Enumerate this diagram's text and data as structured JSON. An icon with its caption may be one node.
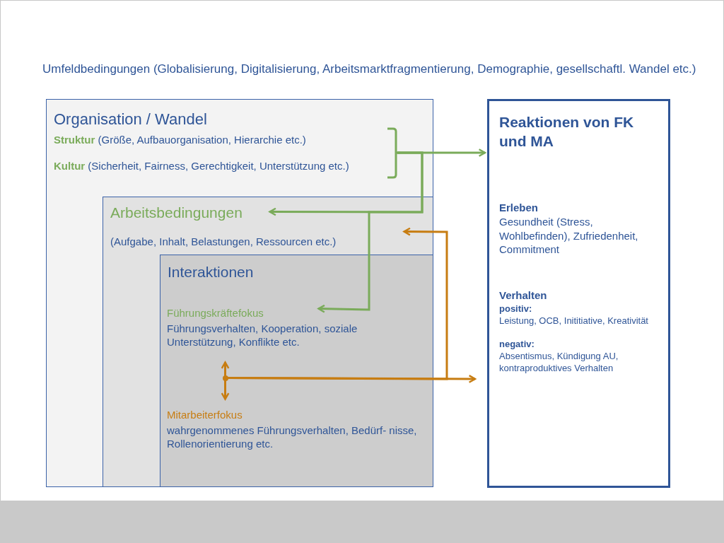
{
  "diagram": {
    "title": "Umfeldbedingungen (Globalisierung, Digitalisierung, Arbeitsmarktfragmentierung, Demographie, gesellschaftl. Wandel etc.)",
    "nodes": [
      {
        "text": [
          "Organisation / Wandel",
          "**Struktur** (Größe, Aufbauorganisation, Hierarchie etc.)",
          "**Kultur** (Sicherheit, Fairness, Gerechtigkeit, Unterstützung etc.)"
        ]
      },
      {
        "text": [
          "Arbeitsbedingungen",
          "(Aufgabe, Inhalt, Belastungen, Ressourcen etc.)"
        ],
        "in": 0
      },
      {
        "text": [
          "Interaktionen"
        ],
        "in": 1
      },
      {
        "text": [
          "Führungskräftefokus",
          "Führungsverhalten, Kooperation, soziale Unterstützung, Konflikte etc."
        ],
        "in": 2
      },
      {
        "text": [
          "Mitarbeiterfokus",
          "wahrgenommenes Führungsverhalten, Bedürf- nisse, Rollenorientierung etc."
        ],
        "in": 2
      },
      {
        "text": [
          "Reaktionen von FK und MA",
          "Erleben",
          "Gesundheit (Stress, Wohlbefinden), Zufriedenheit, Commitment",
          "Verhalten",
          "positiv:",
          "Leistung, OCB, Inititiative, Kreativität",
          "negativ:",
          "Absentismus, Kündigung AU, kontraproduktives Verhalten"
        ]
      },
      {
        "text": [],
        "shape": "circle",
        "in": 2
      }
    ],
    "edges": [
      {
        "from": 0,
        "to": 5,
        "arrow": "to",
        "color": "#7aab5a"
      },
      {
        "from": 0,
        "to": 1,
        "arrow": "to",
        "color": "#7aab5a"
      },
      {
        "from": 0,
        "to": 3,
        "arrow": "to",
        "color": "#7aab5a"
      },
      {
        "from": 3,
        "to": 4,
        "arrow": "both",
        "color": "#c77d12"
      },
      {
        "from": 6,
        "to": 5,
        "arrow": "to",
        "color": "#c77d12"
      },
      {
        "from": 6,
        "to": 1,
        "arrow": "to",
        "color": "#c77d12"
      }
    ]
  }
}
